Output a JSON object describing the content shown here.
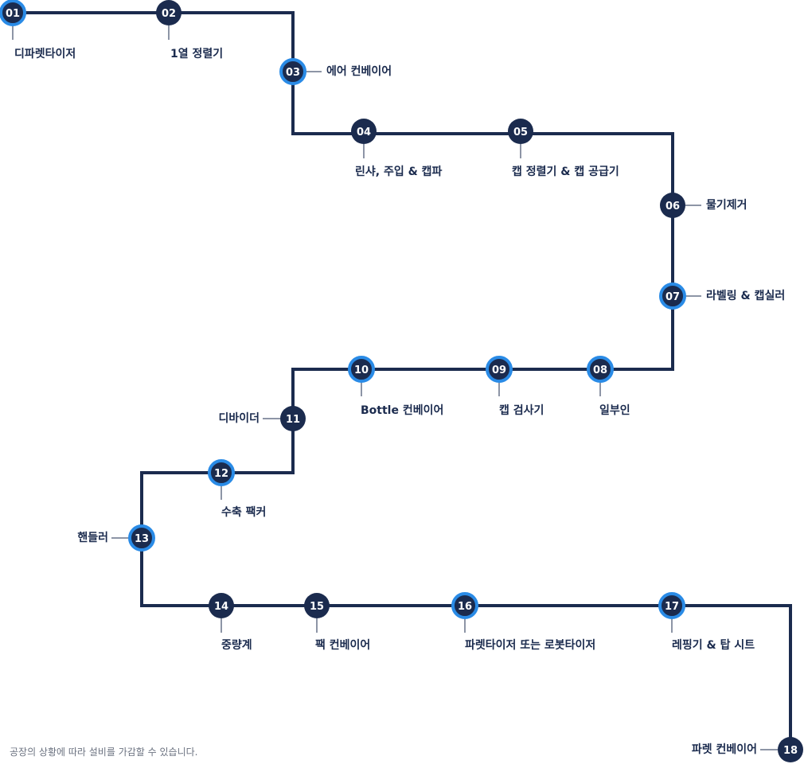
{
  "steps": [
    {
      "num": "01",
      "label": "디파렛타이저"
    },
    {
      "num": "02",
      "label": "1열 정렬기"
    },
    {
      "num": "03",
      "label": "에어 컨베이어"
    },
    {
      "num": "04",
      "label": "린샤, 주입 & 캡파"
    },
    {
      "num": "05",
      "label": "캡 정렬기 & 캡 공급기"
    },
    {
      "num": "06",
      "label": "물기제거"
    },
    {
      "num": "07",
      "label": "라벨링 & 캡실러"
    },
    {
      "num": "08",
      "label": "일부인"
    },
    {
      "num": "09",
      "label": "캡 검사기"
    },
    {
      "num": "10",
      "label": "Bottle 컨베이어"
    },
    {
      "num": "11",
      "label": "디바이더"
    },
    {
      "num": "12",
      "label": "수축 팩커"
    },
    {
      "num": "13",
      "label": "핸들러"
    },
    {
      "num": "14",
      "label": "중량계"
    },
    {
      "num": "15",
      "label": "팩 컨베이어"
    },
    {
      "num": "16",
      "label": "파렛타이저 또는 로봇타이저"
    },
    {
      "num": "17",
      "label": "레핑기 & 탑 시트"
    },
    {
      "num": "18",
      "label": "파렛 컨베이어"
    }
  ],
  "highlighted": [
    "01",
    "03",
    "07",
    "10",
    "09",
    "08",
    "12",
    "13",
    "16",
    "17"
  ],
  "footnote": "공장의 상황에 따라 설비를 가감할 수 있습니다.",
  "colors": {
    "line": "#1b2b4e",
    "node": "#1b2b4e",
    "highlight_ring": "#2a8be6"
  }
}
